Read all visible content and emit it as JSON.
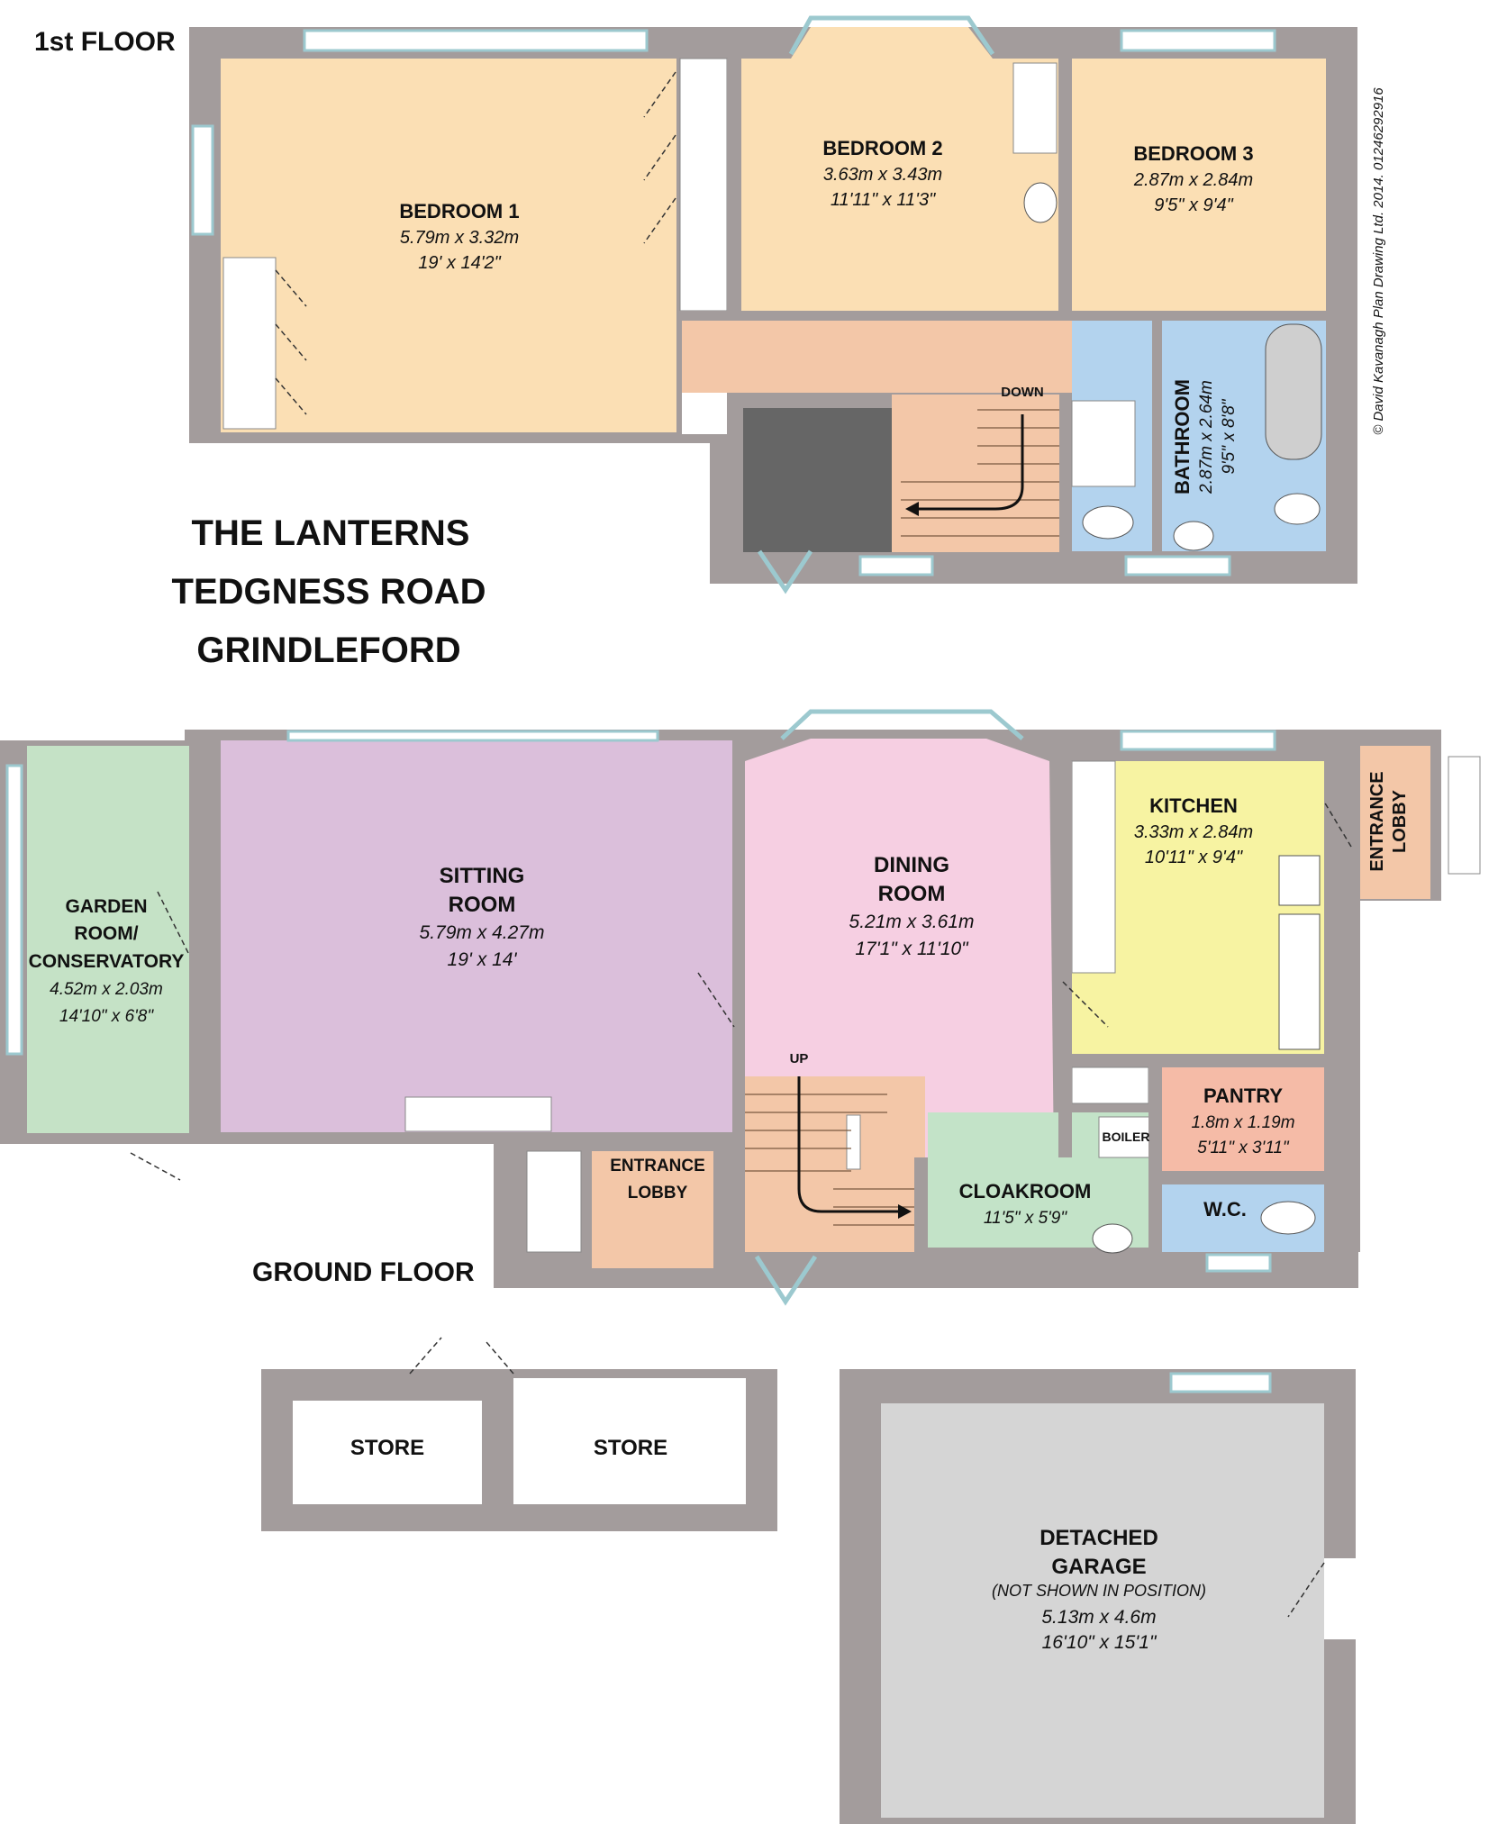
{
  "first_floor_label": "1st FLOOR",
  "ground_floor_label": "GROUND FLOOR",
  "address": [
    "THE LANTERNS",
    "TEDGNESS ROAD",
    "GRINDLEFORD"
  ],
  "copyright": "© David Kavanagh Plan Drawing Ltd. 2014. 01246292916",
  "colors": {
    "wall": "#a39c9c",
    "bedroom": "#fbdfb4",
    "landing": "#f3c7a8",
    "bathroom": "#b3d3ee",
    "sitting": "#dbbfdb",
    "dining": "#f6cfe2",
    "kitchen": "#f7f3a2",
    "garden": "#c5e2c6",
    "pantry": "#f5bba7",
    "cloakroom": "#c3e3c8",
    "garage": "#d5d5d5"
  },
  "rooms": {
    "bedroom1": {
      "name": "BEDROOM 1",
      "metric": "5.79m x 3.32m",
      "imperial": "19' x 14'2\""
    },
    "bedroom2": {
      "name": "BEDROOM 2",
      "metric": "3.63m x 3.43m",
      "imperial": "11'11\" x 11'3\""
    },
    "bedroom3": {
      "name": "BEDROOM 3",
      "metric": "2.87m x 2.84m",
      "imperial": "9'5\" x 9'4\""
    },
    "bathroom": {
      "name": "BATHROOM",
      "metric": "2.87m x 2.64m",
      "imperial": "9'5\" x 8'8\""
    },
    "stairs_down": "DOWN",
    "stairs_up": "UP",
    "sitting": {
      "name_1": "SITTING",
      "name_2": "ROOM",
      "metric": "5.79m x 4.27m",
      "imperial": "19' x 14'"
    },
    "dining": {
      "name_1": "DINING",
      "name_2": "ROOM",
      "metric": "5.21m x 3.61m",
      "imperial": "17'1\" x 11'10\""
    },
    "kitchen": {
      "name": "KITCHEN",
      "metric": "3.33m x 2.84m",
      "imperial": "10'11\" x 9'4\""
    },
    "entrance_lobby_side": {
      "name_1": "ENTRANCE",
      "name_2": "LOBBY"
    },
    "garden": {
      "name_1": "GARDEN",
      "name_2": "ROOM/",
      "name_3": "CONSERVATORY",
      "metric": "4.52m x 2.03m",
      "imperial": "14'10\" x 6'8\""
    },
    "pantry": {
      "name": "PANTRY",
      "metric": "1.8m x 1.19m",
      "imperial": "5'11\" x 3'11\""
    },
    "boiler": "BOILER",
    "cloakroom": {
      "name": "CLOAKROOM",
      "imperial": "11'5\" x 5'9\""
    },
    "wc": "W.C.",
    "entrance_lobby_front": {
      "name_1": "ENTRANCE",
      "name_2": "LOBBY"
    },
    "store1": "STORE",
    "store2": "STORE",
    "garage": {
      "name_1": "DETACHED",
      "name_2": "GARAGE",
      "note": "(NOT SHOWN IN POSITION)",
      "metric": "5.13m x 4.6m",
      "imperial": "16'10\" x 15'1\""
    }
  }
}
